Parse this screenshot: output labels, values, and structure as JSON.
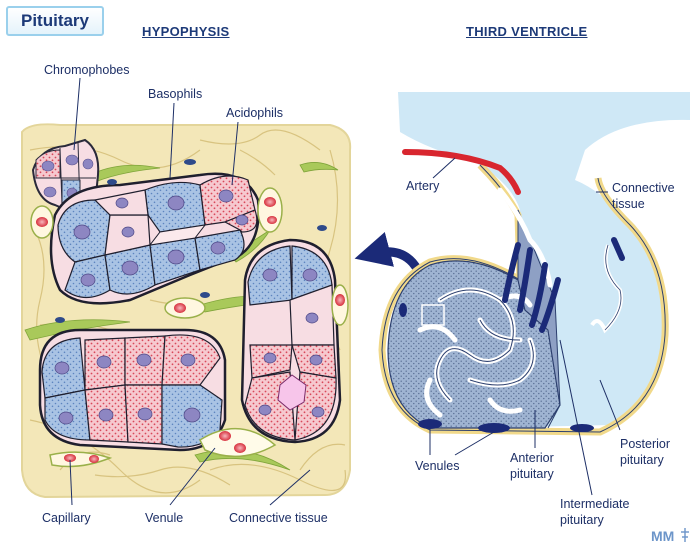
{
  "title": "Pituitary",
  "headings": {
    "left": "HYPOPHYSIS",
    "right": "THIRD VENTRICLE"
  },
  "labels": {
    "chromophobes": "Chromophobes",
    "basophils": "Basophils",
    "acidophils": "Acidophils",
    "capillary": "Capillary",
    "venule": "Venule",
    "connective_tissue_left": "Connective tissue",
    "artery": "Artery",
    "connective_tissue_right": [
      "Connective",
      "tissue"
    ],
    "venules": "Venules",
    "anterior_pituitary": [
      "Anterior",
      "pituitary"
    ],
    "posterior_pituitary": [
      "Posterior",
      "pituitary"
    ],
    "intermediate_pituitary": [
      "Intermediate",
      "pituitary"
    ]
  },
  "logo": "MM",
  "colors": {
    "title_text": "#1d3a78",
    "tissue_bg": "#f3e7b8",
    "acidophil": "#f6c9cf",
    "basophil": "#a9c3e4",
    "chromophobe": "#f7dde3",
    "nucleus": "#8d86c2",
    "ventricle": "#cfe8f6",
    "vein": "#1b2a78",
    "artery": "#d8262f"
  }
}
